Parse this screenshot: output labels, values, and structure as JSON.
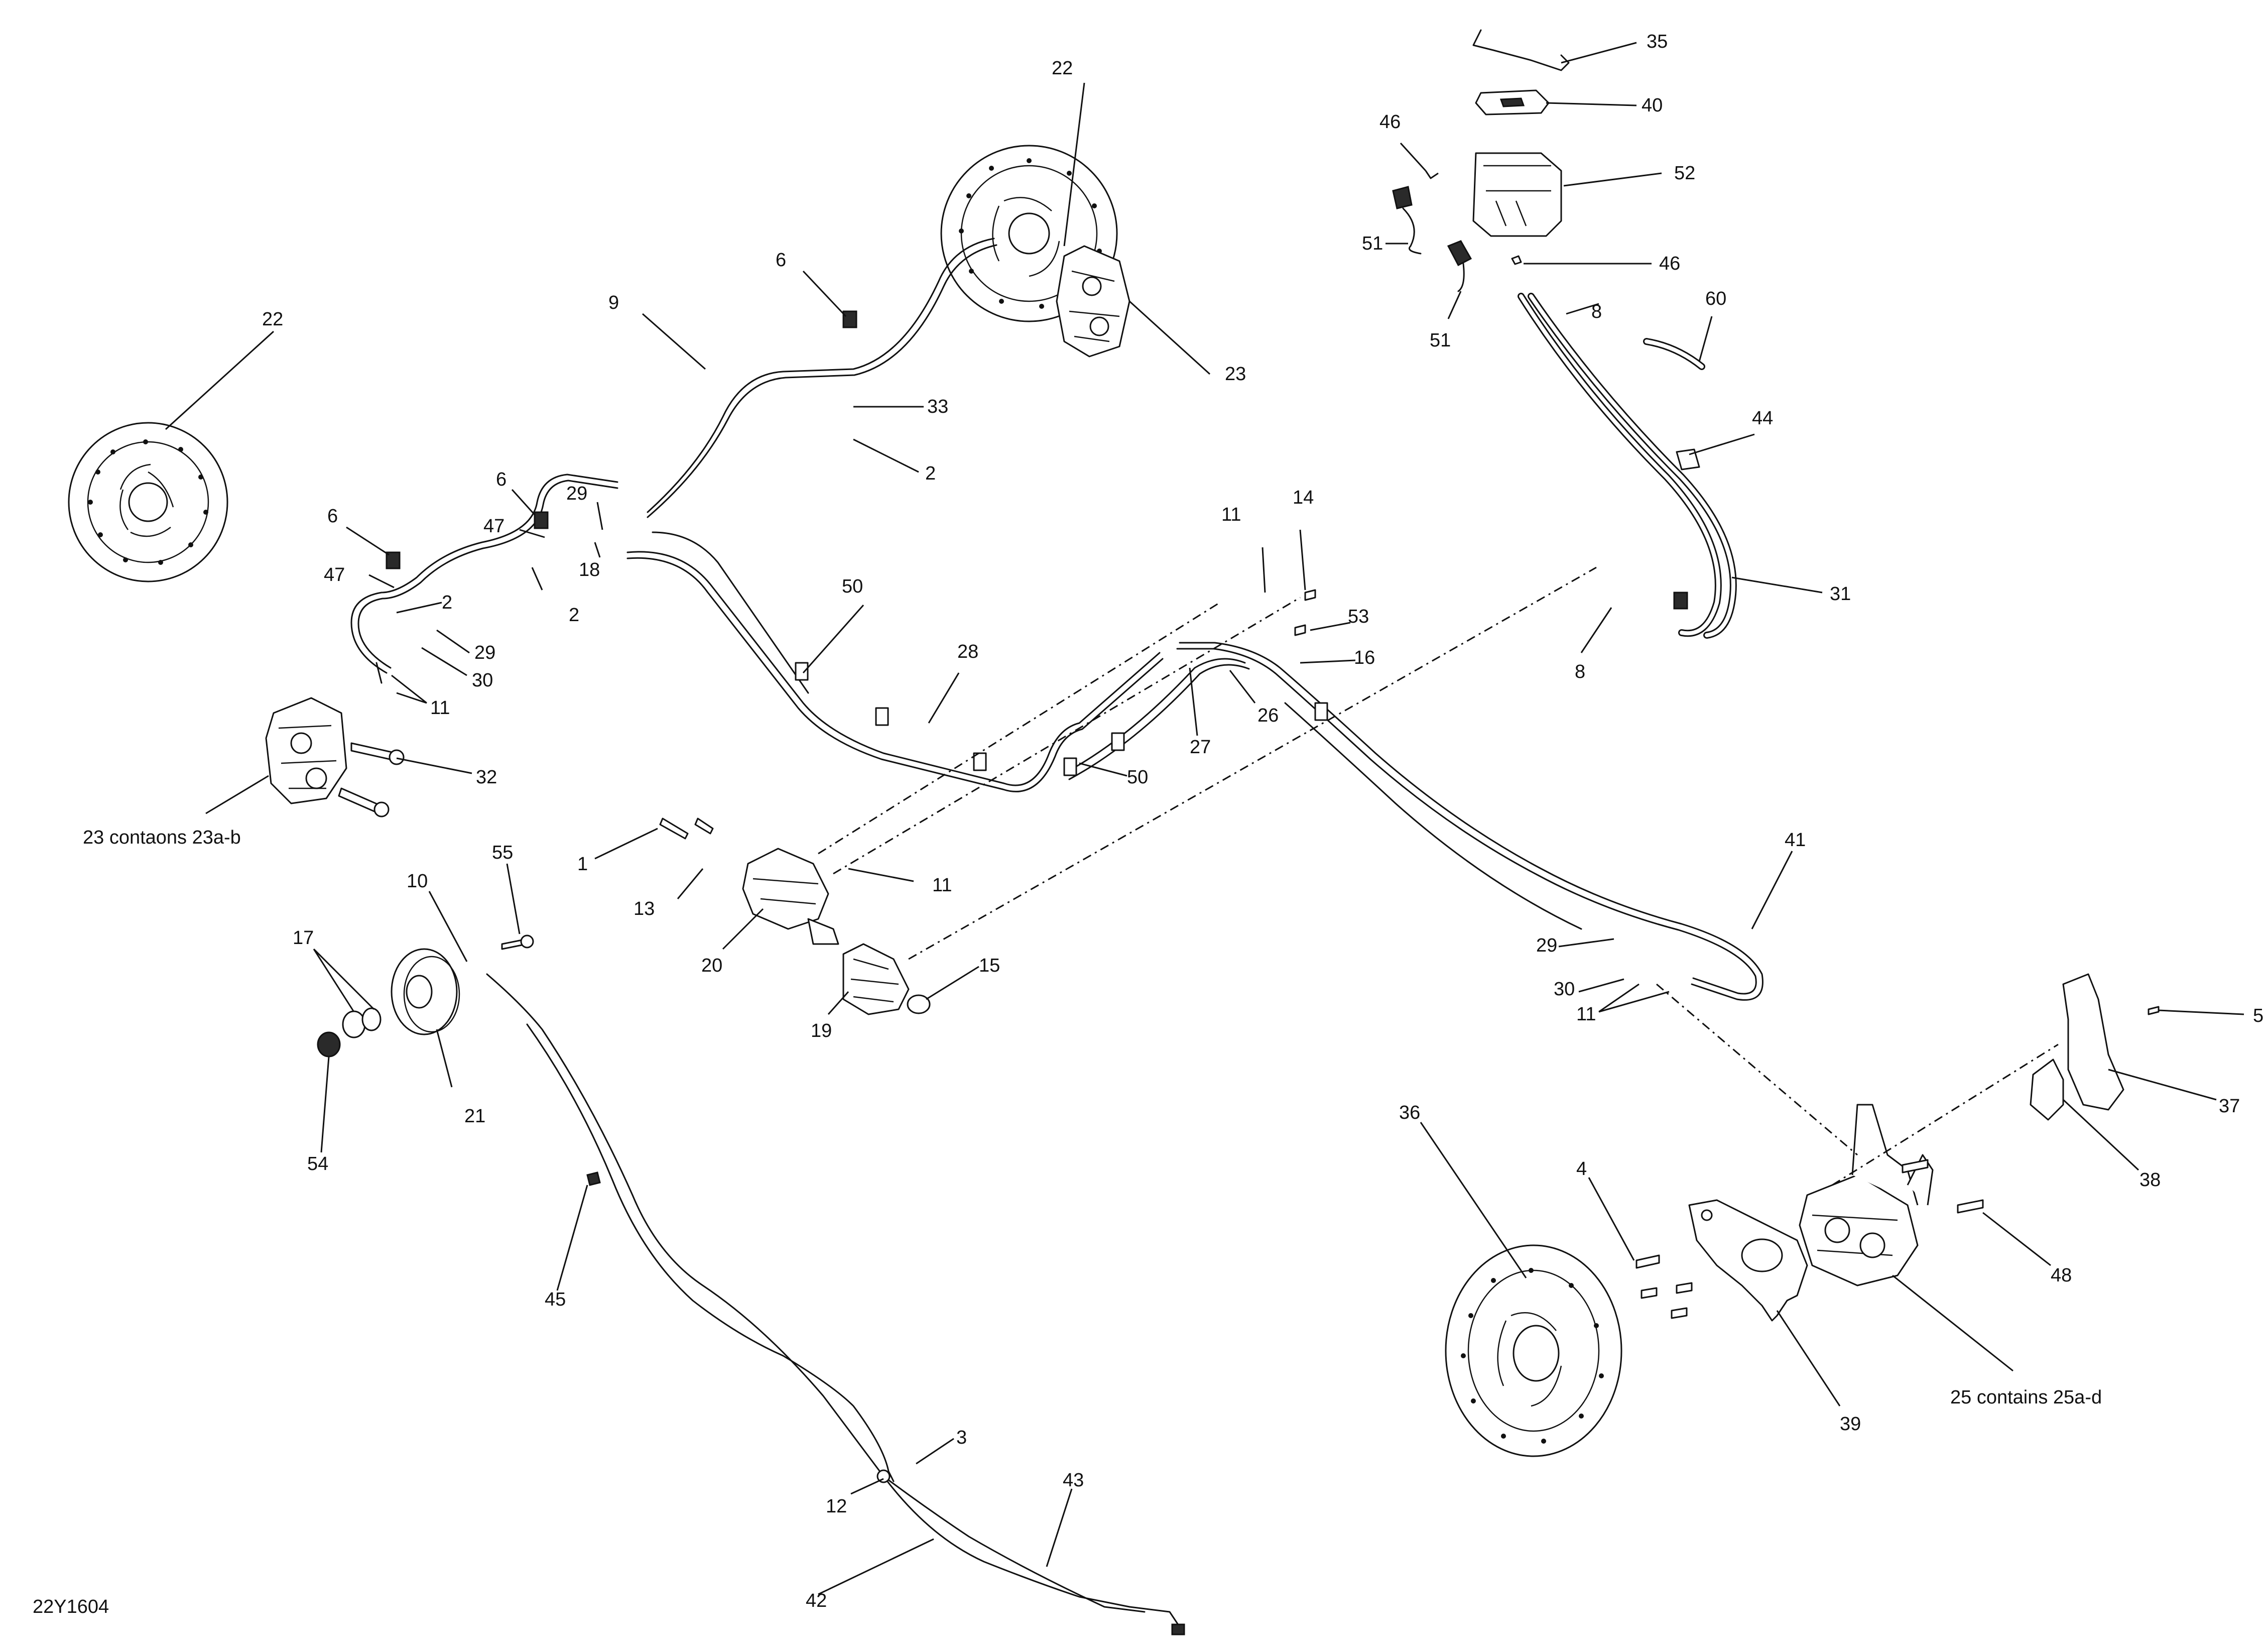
{
  "drawing_id": "22Y1604",
  "callouts": [
    {
      "key": "c35",
      "text": "35"
    },
    {
      "key": "c40",
      "text": "40"
    },
    {
      "key": "c46a",
      "text": "46"
    },
    {
      "key": "c52",
      "text": "52"
    },
    {
      "key": "c51a",
      "text": "51"
    },
    {
      "key": "c46b",
      "text": "46"
    },
    {
      "key": "c8a",
      "text": "8"
    },
    {
      "key": "c51b",
      "text": "51"
    },
    {
      "key": "c60",
      "text": "60"
    },
    {
      "key": "c44",
      "text": "44"
    },
    {
      "key": "c31",
      "text": "31"
    },
    {
      "key": "c8b",
      "text": "8"
    },
    {
      "key": "c22a",
      "text": "22"
    },
    {
      "key": "c23a",
      "text": "23"
    },
    {
      "key": "c6a",
      "text": "6"
    },
    {
      "key": "c9",
      "text": "9"
    },
    {
      "key": "c33",
      "text": "33"
    },
    {
      "key": "c2a",
      "text": "2"
    },
    {
      "key": "c22b",
      "text": "22"
    },
    {
      "key": "c6b",
      "text": "6"
    },
    {
      "key": "c29a",
      "text": "29"
    },
    {
      "key": "c47a",
      "text": "47"
    },
    {
      "key": "c6c",
      "text": "6"
    },
    {
      "key": "c18",
      "text": "18"
    },
    {
      "key": "c47b",
      "text": "47"
    },
    {
      "key": "c2b",
      "text": "2"
    },
    {
      "key": "c2c",
      "text": "2"
    },
    {
      "key": "c29b",
      "text": "29"
    },
    {
      "key": "c30a",
      "text": "30"
    },
    {
      "key": "c11a",
      "text": "11"
    },
    {
      "key": "c11b",
      "text": "11"
    },
    {
      "key": "c14",
      "text": "14"
    },
    {
      "key": "c50a",
      "text": "50"
    },
    {
      "key": "c28",
      "text": "28"
    },
    {
      "key": "c53",
      "text": "53"
    },
    {
      "key": "c16",
      "text": "16"
    },
    {
      "key": "c26",
      "text": "26"
    },
    {
      "key": "c27",
      "text": "27"
    },
    {
      "key": "c50b",
      "text": "50"
    },
    {
      "key": "c32",
      "text": "32"
    },
    {
      "key": "c1",
      "text": "1"
    },
    {
      "key": "c13",
      "text": "13"
    },
    {
      "key": "c11c",
      "text": "11"
    },
    {
      "key": "c55",
      "text": "55"
    },
    {
      "key": "c10",
      "text": "10"
    },
    {
      "key": "c17",
      "text": "17"
    },
    {
      "key": "c20",
      "text": "20"
    },
    {
      "key": "c15",
      "text": "15"
    },
    {
      "key": "c19",
      "text": "19"
    },
    {
      "key": "c21",
      "text": "21"
    },
    {
      "key": "c54",
      "text": "54"
    },
    {
      "key": "c41",
      "text": "41"
    },
    {
      "key": "c29c",
      "text": "29"
    },
    {
      "key": "c30b",
      "text": "30"
    },
    {
      "key": "c11d",
      "text": "11"
    },
    {
      "key": "c5",
      "text": "5"
    },
    {
      "key": "c37",
      "text": "37"
    },
    {
      "key": "c38",
      "text": "38"
    },
    {
      "key": "c36",
      "text": "36"
    },
    {
      "key": "c4",
      "text": "4"
    },
    {
      "key": "c48",
      "text": "48"
    },
    {
      "key": "c45",
      "text": "45"
    },
    {
      "key": "c39",
      "text": "39"
    },
    {
      "key": "c3",
      "text": "3"
    },
    {
      "key": "c43",
      "text": "43"
    },
    {
      "key": "c12",
      "text": "12"
    },
    {
      "key": "c42",
      "text": "42"
    }
  ],
  "notes": {
    "n23": "23 contaons 23a-b",
    "n25": "25 contains 25a-d"
  }
}
